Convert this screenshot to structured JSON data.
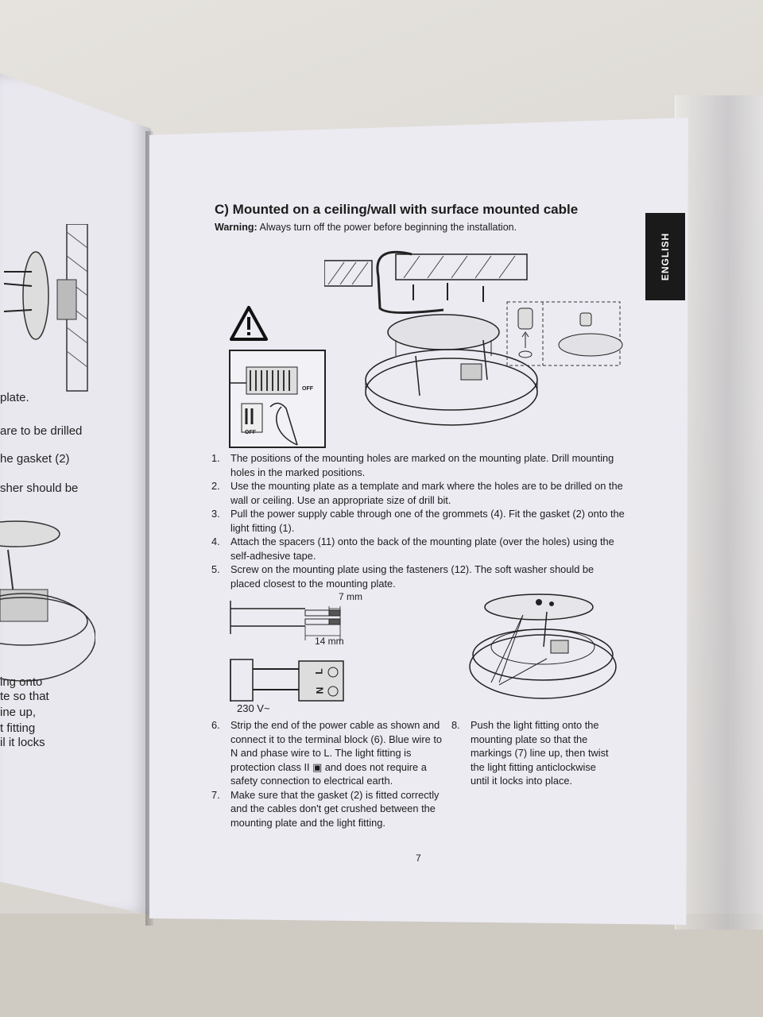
{
  "left_page": {
    "fragments": [
      "plate.",
      "are to be drilled",
      "he gasket (2)",
      "sher should be",
      "ing onto",
      "te so that",
      "ine up,",
      "t fitting",
      "il it locks"
    ]
  },
  "right_page": {
    "language_tab": "ENGLISH",
    "title": "C) Mounted on a ceiling/wall with surface mounted cable",
    "warning_label": "Warning:",
    "warning_text": "Always turn off the power before beginning the installation.",
    "switch_label_1": "OFF",
    "switch_label_2": "OFF",
    "steps": [
      {
        "num": "1.",
        "text": "The positions of the mounting holes are marked on the mounting plate. Drill mounting holes in the marked positions."
      },
      {
        "num": "2.",
        "text": "Use the mounting plate as a template and mark where the holes are to be drilled on the wall or ceiling. Use an appropriate size of drill bit."
      },
      {
        "num": "3.",
        "text": "Pull the power supply cable through one of the grommets (4). Fit the gasket (2) onto the light fitting (1)."
      },
      {
        "num": "4.",
        "text": "Attach the spacers (11) onto the back of the mounting plate (over the holes) using the self-adhesive tape."
      },
      {
        "num": "5.",
        "text": "Screw on the mounting plate using the fasteners (12). The soft washer should be placed closest to the mounting plate."
      }
    ],
    "dim_7mm": "7 mm",
    "dim_14mm": "14 mm",
    "terminal_L": "L",
    "terminal_N": "N",
    "voltage": "230 V~",
    "step6": {
      "num": "6.",
      "text": "Strip the end of the power cable as shown and connect it to the terminal block (6). Blue wire to N and phase wire to L. The light fitting is protection class II ▣ and does not require a safety connection to electrical earth."
    },
    "step7": {
      "num": "7.",
      "text": "Make sure that the gasket (2) is fitted correctly and the cables don't get crushed between the mounting plate and the light fitting."
    },
    "step8": {
      "num": "8.",
      "text": "Push the light fitting onto the mounting plate so that the markings (7) line up, then twist the light fitting anticlockwise until it locks into place."
    },
    "page_number": "7"
  }
}
